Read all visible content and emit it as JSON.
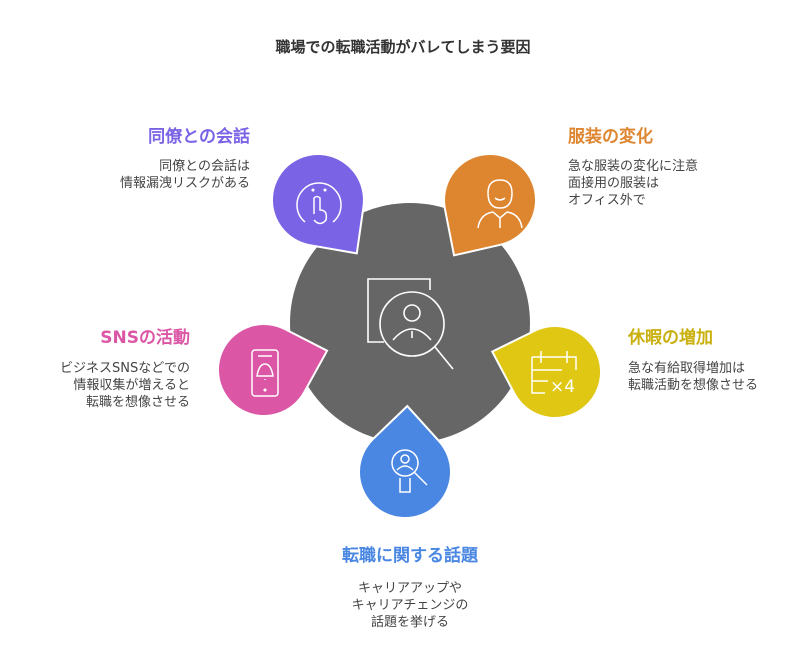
{
  "title": "職場での転職活動がバレてしまう要因",
  "colors": {
    "center": "#666666",
    "purple": "#7B63E6",
    "orange": "#DE8530",
    "yellow": "#DFC714",
    "blue": "#4A87E3",
    "pink": "#DB57A6"
  },
  "items": [
    {
      "title": "同僚との会話",
      "lines": [
        "同僚との会話は",
        "情報漏洩リスクがある"
      ],
      "icon": "shush-face-icon"
    },
    {
      "title": "服装の変化",
      "lines": [
        "急な服装の変化に注意",
        "面接用の服装は",
        "オフィス外で"
      ],
      "icon": "person-shirt-icon"
    },
    {
      "title": "休暇の増加",
      "lines": [
        "急な有給取得増加は",
        "転職活動を想像させる"
      ],
      "icon": "calendar-x4-icon"
    },
    {
      "title": "転職に関する話題",
      "lines": [
        "キャリアアップや",
        "キャリアチェンジの",
        "話題を挙げる"
      ],
      "icon": "job-search-icon"
    },
    {
      "title": "SNSの活動",
      "lines": [
        "ビジネスSNSなどでの",
        "情報収集が増えると",
        "転職を想像させる"
      ],
      "icon": "phone-bell-icon"
    }
  ]
}
